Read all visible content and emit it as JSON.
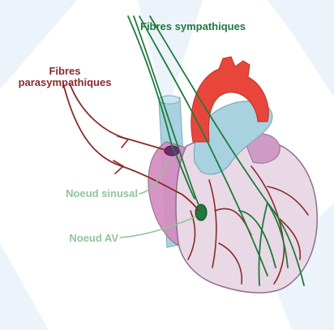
{
  "diagram": {
    "labels": {
      "sympathetic": "Fibres sympathiques",
      "parasympathetic_line1": "Fibres",
      "parasympathetic_line2": "parasympathiques",
      "sinus_node": "Noeud sinusal",
      "av_node": "Noeud AV"
    },
    "colors": {
      "background": "#ffffff",
      "watermark": "#dde9f6",
      "sympathetic_fibres": "#1f7a3d",
      "parasympathetic_fibres": "#8a2a2a",
      "node_label": "#8fc49a",
      "heart_body": "#e9d9e6",
      "heart_outline": "#8e6f8c",
      "aorta": "#e8463a",
      "atrium": "#d58cc1",
      "vena_cava": "#a8d2e0",
      "coronary_vessels": "#8a2a2a"
    }
  }
}
